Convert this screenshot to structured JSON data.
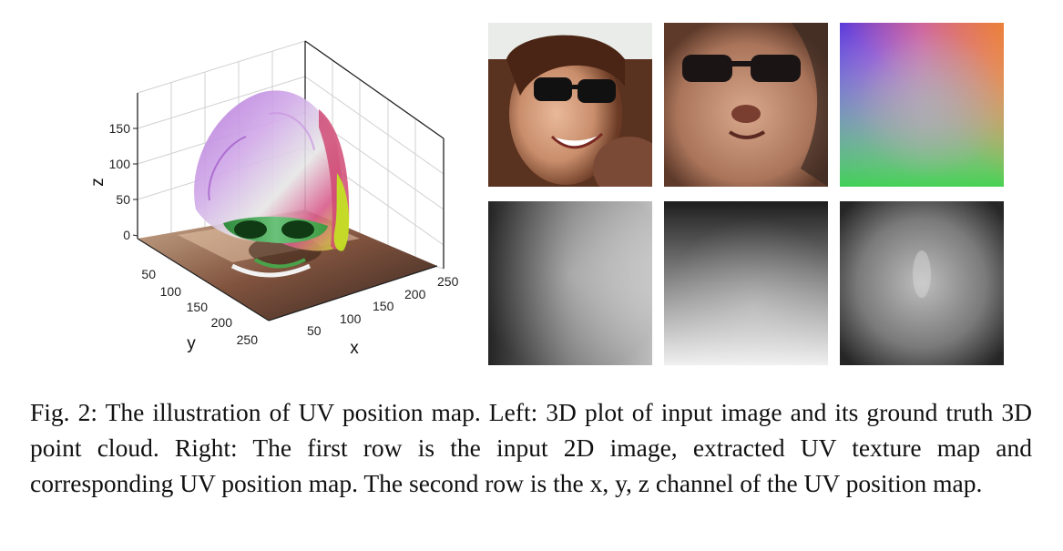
{
  "figure": {
    "caption": "Fig. 2: The illustration of UV position map. Left: 3D plot of input image and its ground truth 3D point cloud. Right: The first row is the input 2D image, extracted UV texture map and corresponding UV position map. The second row is the x, y, z channel of the UV position map."
  },
  "plot3d": {
    "z_label": "z",
    "x_label": "x",
    "y_label": "y",
    "z_ticks": [
      "0",
      "50",
      "100",
      "150"
    ],
    "x_ticks": [
      "50",
      "100",
      "150",
      "200",
      "250"
    ],
    "y_ticks": [
      "50",
      "100",
      "150",
      "200",
      "250"
    ]
  },
  "panels": {
    "row1": [
      "input-2d-image",
      "uv-texture-map",
      "uv-position-map"
    ],
    "row2": [
      "x-channel",
      "y-channel",
      "z-channel"
    ]
  }
}
